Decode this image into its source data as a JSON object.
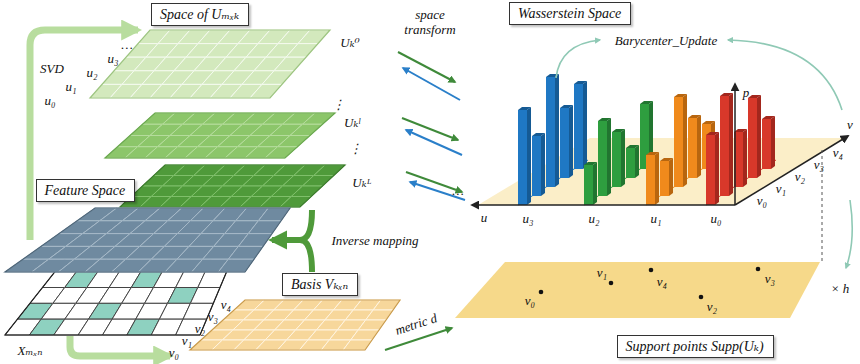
{
  "diagram": {
    "nodes": [
      {
        "text": [
          "Space of Uₘₓₖ"
        ]
      },
      {
        "text": [
          "Wasserstein Space"
        ]
      },
      {
        "text": [
          "Feature Space"
        ]
      },
      {
        "text": [
          "Basis Vₖₓₙ"
        ]
      },
      {
        "text": [
          "Support points Supp(Uₖ)"
        ]
      }
    ],
    "labels": [
      "SVD",
      "u₀",
      "u₁",
      "u₂",
      "u₃",
      "…",
      "Uₖ⁰",
      "⋮",
      "Uₖˡ",
      "⋮",
      "Uₖᴸ",
      "space transform",
      "Barycenter_Update",
      "p",
      "v",
      "u",
      "…",
      "u₃",
      "u₂",
      "u₁",
      "u₀",
      "v₀",
      "v₁",
      "v₂",
      "v₃",
      "v₄",
      "Inverse mapping",
      "Xₘₓₙ",
      "v₀",
      "v₁",
      "v₂",
      "v₃",
      "v₄",
      "metric d",
      "v₀",
      "v₁",
      "v₂",
      "v₃",
      "v₄",
      "× h"
    ]
  }
}
